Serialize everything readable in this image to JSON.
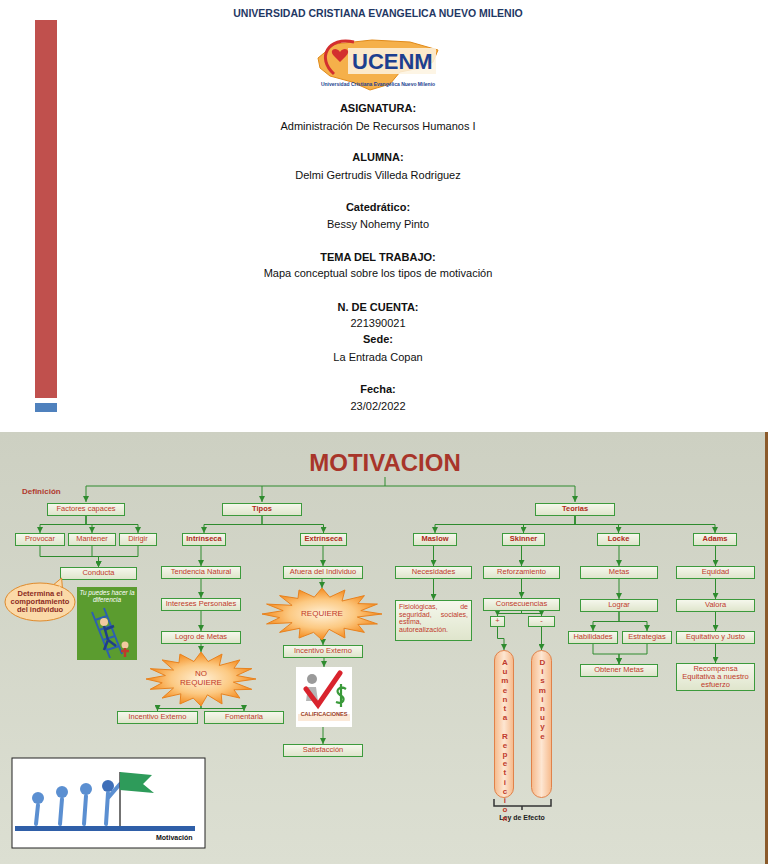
{
  "diagram": {
    "title": "MOTIVACION",
    "nodes": [
      {
        "text": [
          "Factores capaces"
        ]
      },
      {
        "text": [
          "Tipos"
        ]
      },
      {
        "text": [
          "Teorias"
        ]
      },
      {
        "text": [
          "Provocar"
        ]
      },
      {
        "text": [
          "Mantener"
        ]
      },
      {
        "text": [
          "Dirigir"
        ]
      },
      {
        "text": [
          "Intrínseca"
        ]
      },
      {
        "text": [
          "Extrínseca"
        ]
      },
      {
        "text": [
          "Maslow"
        ]
      },
      {
        "text": [
          "Skinner"
        ]
      },
      {
        "text": [
          "Locke"
        ]
      },
      {
        "text": [
          "Adams"
        ]
      },
      {
        "text": [
          "Conducta"
        ]
      },
      {
        "text": [
          "Determina el comportamiento del individuo"
        ]
      },
      {
        "text": [
          "Tendencia Natural"
        ]
      },
      {
        "text": [
          "Afuera del Individuo"
        ]
      },
      {
        "text": [
          "Necesidades"
        ]
      },
      {
        "text": [
          "Reforzamiento"
        ]
      },
      {
        "text": [
          "Metas"
        ]
      },
      {
        "text": [
          "Equidad"
        ]
      },
      {
        "text": [
          "Intereses Personales"
        ]
      },
      {
        "text": [
          "REQUIERE"
        ]
      },
      {
        "text": [
          "Fisiológicas, de seguridad, sociales, estima, autorealización."
        ]
      },
      {
        "text": [
          "Consecuencias"
        ]
      },
      {
        "text": [
          "Lograr"
        ]
      },
      {
        "text": [
          "Valora"
        ]
      },
      {
        "text": [
          "+"
        ]
      },
      {
        "text": [
          "-"
        ]
      },
      {
        "text": [
          "Logro de Metas"
        ]
      },
      {
        "text": [
          "Incentivo Externo"
        ]
      },
      {
        "text": [
          "Habilidades"
        ]
      },
      {
        "text": [
          "Estrategias"
        ]
      },
      {
        "text": [
          "Equitativo y Justo"
        ]
      },
      {
        "text": [
          "NO REQUIERE"
        ]
      },
      {
        "text": [
          "Obtener Metas"
        ]
      },
      {
        "text": [
          "Recompensa Equitativa a nuestro esfuerzo"
        ]
      },
      {
        "text": [
          "CALIFICACIONES"
        ]
      },
      {
        "text": [
          "Aumenta Repeticion"
        ]
      },
      {
        "text": [
          "Disminuye"
        ]
      },
      {
        "text": [
          "Incentivo Externo"
        ]
      },
      {
        "text": [
          "Fomentarla"
        ]
      },
      {
        "text": [
          "Satisfacción"
        ]
      }
    ],
    "edges": [
      {
        "from": 0,
        "to": 3,
        "arrow": "to"
      },
      {
        "from": 0,
        "to": 4,
        "arrow": "to"
      },
      {
        "from": 0,
        "to": 5,
        "arrow": "to"
      },
      {
        "from": 1,
        "to": 6,
        "arrow": "to"
      },
      {
        "from": 1,
        "to": 7,
        "arrow": "to"
      },
      {
        "from": 2,
        "to": 8,
        "arrow": "to"
      },
      {
        "from": 2,
        "to": 9,
        "arrow": "to"
      },
      {
        "from": 2,
        "to": 10,
        "arrow": "to"
      },
      {
        "from": 2,
        "to": 11,
        "arrow": "to"
      },
      {
        "from": 3,
        "to": 12,
        "arrow": "to"
      },
      {
        "from": 4,
        "to": 12,
        "arrow": "to"
      },
      {
        "from": 5,
        "to": 12,
        "arrow": "to"
      },
      {
        "from": 6,
        "to": 14,
        "arrow": "to"
      },
      {
        "from": 14,
        "to": 20,
        "arrow": "to"
      },
      {
        "from": 20,
        "to": 28,
        "arrow": "to"
      },
      {
        "from": 28,
        "to": 33,
        "arrow": "to"
      },
      {
        "from": 33,
        "to": 39,
        "arrow": "to"
      },
      {
        "from": 33,
        "to": 40,
        "arrow": "to"
      },
      {
        "from": 7,
        "to": 15,
        "arrow": "to"
      },
      {
        "from": 15,
        "to": 21,
        "arrow": "to"
      },
      {
        "from": 21,
        "to": 29,
        "arrow": "to"
      },
      {
        "from": 29,
        "to": 36,
        "arrow": "to"
      },
      {
        "from": 36,
        "to": 41,
        "arrow": "to"
      },
      {
        "from": 8,
        "to": 16,
        "arrow": "to"
      },
      {
        "from": 16,
        "to": 22,
        "arrow": "to"
      },
      {
        "from": 9,
        "to": 17,
        "arrow": "to"
      },
      {
        "from": 17,
        "to": 23,
        "arrow": "to"
      },
      {
        "from": 23,
        "to": 26,
        "arrow": "to"
      },
      {
        "from": 23,
        "to": 27,
        "arrow": "to"
      },
      {
        "from": 26,
        "to": 37,
        "arrow": "to"
      },
      {
        "from": 27,
        "to": 38,
        "arrow": "to"
      },
      {
        "from": 10,
        "to": 18,
        "arrow": "to"
      },
      {
        "from": 18,
        "to": 24,
        "arrow": "to"
      },
      {
        "from": 24,
        "to": 30,
        "arrow": "to"
      },
      {
        "from": 24,
        "to": 31,
        "arrow": "to"
      },
      {
        "from": 30,
        "to": 34,
        "arrow": "to"
      },
      {
        "from": 31,
        "to": 34,
        "arrow": "to"
      },
      {
        "from": 11,
        "to": 19,
        "arrow": "to"
      },
      {
        "from": 19,
        "to": 25,
        "arrow": "to"
      },
      {
        "from": 25,
        "to": 32,
        "arrow": "to"
      },
      {
        "from": 32,
        "to": 35,
        "arrow": "to"
      }
    ],
    "labels": [
      "UNIVERSIDAD CRISTIANA EVANGELICA NUEVO MILENIO",
      "UCENM",
      "Universidad Cristiana Evangélica Nuevo Milenio",
      "ASIGNATURA:",
      "Administración De Recursos Humanos I",
      "ALUMNA:",
      "Delmi Gertrudis Villeda Rodriguez",
      "Catedrático:",
      "Bessy Nohemy Pinto",
      "TEMA DEL TRABAJO:",
      "Mapa conceptual sobre los tipos de motivación",
      "N. DE CUENTA:",
      "221390021",
      "Sede:",
      "La Entrada Copan",
      "Fecha:",
      "23/02/2022",
      "Definición",
      "Tu puedes hacer la diferencia",
      "Ley de Efecto",
      "Motivación"
    ]
  }
}
